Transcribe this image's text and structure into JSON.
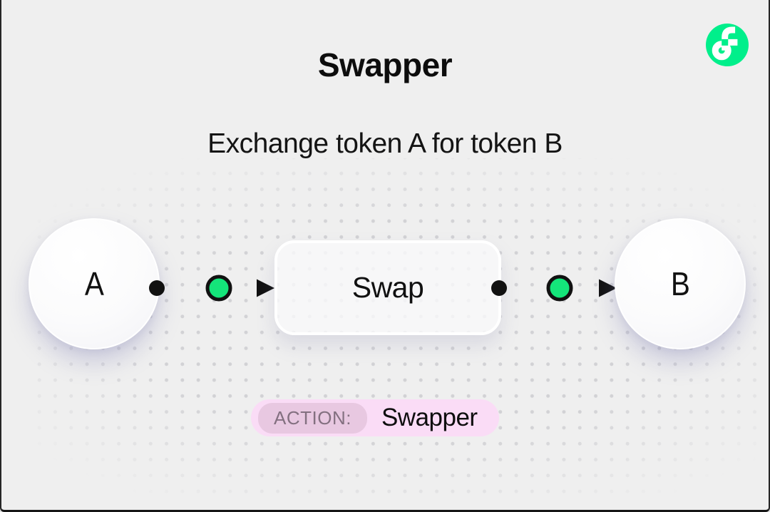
{
  "card": {
    "title": "Swapper",
    "subtitle": "Exchange token A for token B"
  },
  "diagram": {
    "token_a_label": "A",
    "token_b_label": "B",
    "process_label": "Swap"
  },
  "action_badge": {
    "label": "ACTION:",
    "value": "Swapper"
  },
  "icons": {
    "logo": "flow-logo"
  },
  "colors": {
    "background": "#efefef",
    "flow_green": "#00ef8b",
    "connector_green": "#14e57a",
    "ink": "#111111",
    "node_fill": "#ffffff",
    "badge_bg": "#fadcf6",
    "badge_label_bg": "#e8c8e1",
    "badge_label_text": "#837080"
  }
}
